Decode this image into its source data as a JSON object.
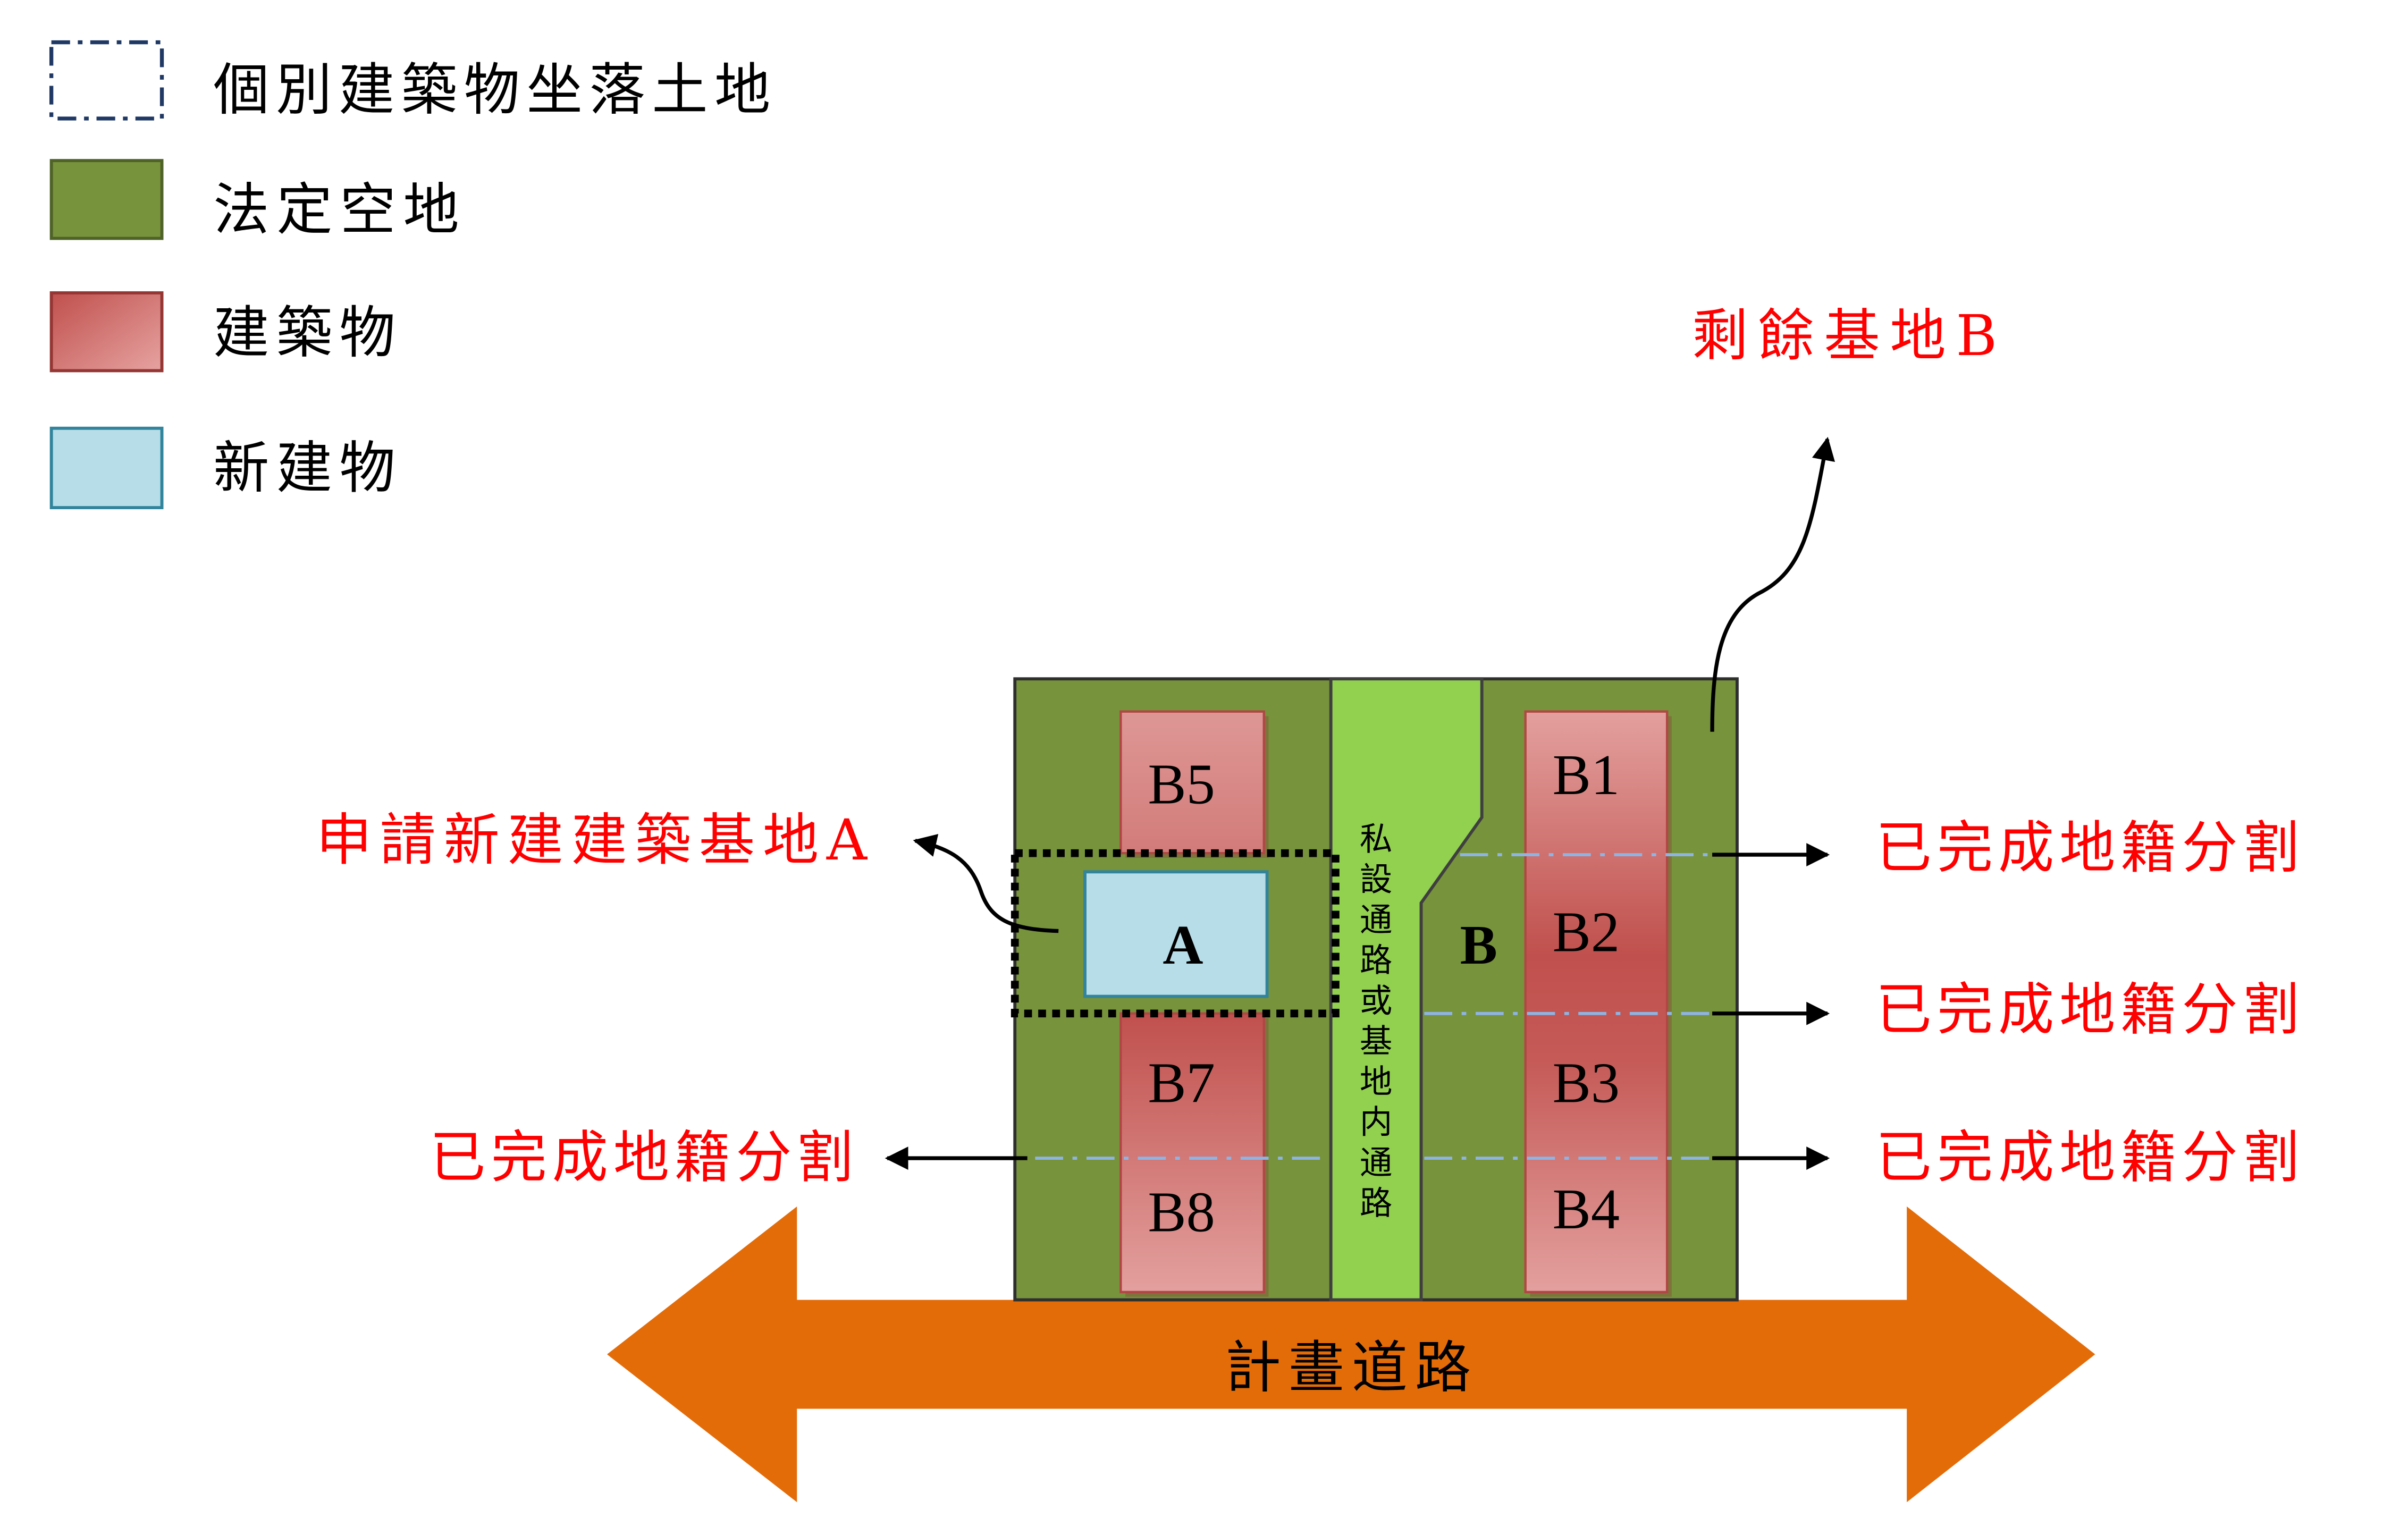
{
  "legend": [
    {
      "label": "個別建築物坐落土地",
      "swatch": "dash-dot-outline"
    },
    {
      "label": "法定空地",
      "swatch": "green-fill"
    },
    {
      "label": "建築物",
      "swatch": "red-gradient-fill"
    },
    {
      "label": "新建物",
      "swatch": "light-blue-fill"
    }
  ],
  "colors": {
    "lot_outline": "#1f3864",
    "open_space": "#77933c",
    "building_dark": "#c0504d",
    "building_light": "#e6a3a1",
    "new_building": "#b7dde8",
    "private_road": "#92d050",
    "planned_road": "#e36c09",
    "split_line": "#8eb4e3",
    "annotation_text": "#ff0000"
  },
  "diagram": {
    "remaining_site_label": "剩餘基地B",
    "new_site_label": "申請新建建築基地A",
    "cadastral_split_labels": {
      "right": [
        "已完成地籍分割",
        "已完成地籍分割",
        "已完成地籍分割"
      ],
      "left": "已完成地籍分割"
    },
    "private_road_text": "私設通路或基地内通路",
    "new_building_label": "A",
    "site_b_label": "B",
    "left_column": [
      "B5",
      "B7",
      "B8"
    ],
    "right_column": [
      "B1",
      "B2",
      "B3",
      "B4"
    ],
    "planned_road_label": "計畫道路"
  }
}
